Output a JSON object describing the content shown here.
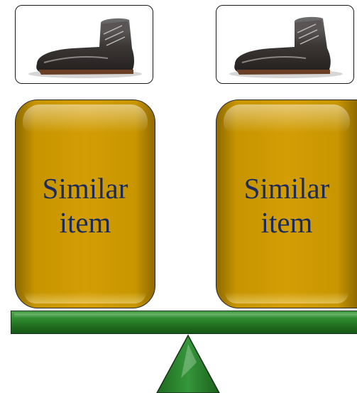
{
  "items": [
    {
      "label_line1": "Similar",
      "label_line2": "item",
      "image_icon": "boot-icon"
    },
    {
      "label_line1": "Similar",
      "label_line2": "item",
      "image_icon": "boot-icon"
    }
  ],
  "colors": {
    "item_box": "#d39d05",
    "item_text": "#1a2b5c",
    "beam": "#2f8a2f",
    "fulcrum": "#2e8b2e"
  }
}
